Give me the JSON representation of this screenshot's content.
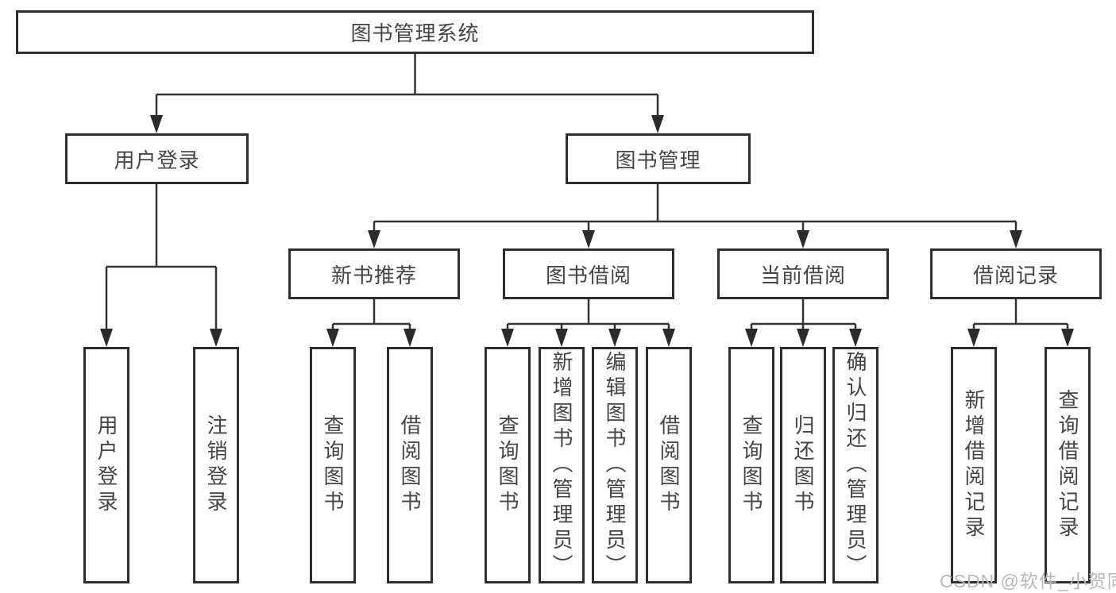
{
  "diagram_title": "图书管理系统",
  "colors": {
    "line": "#333333",
    "box_border": "#2e2e2e",
    "text": "#454545",
    "background": "#ffffff",
    "watermark": "#b9b9b9"
  },
  "watermark": {
    "text": "CSDN @软件_小贺同学"
  },
  "nodes": {
    "root": {
      "label": "图书管理系统"
    },
    "level2": [
      {
        "id": "user-login",
        "label": "用户登录",
        "parent": "图书管理系统"
      },
      {
        "id": "book-management",
        "label": "图书管理",
        "parent": "图书管理系统"
      }
    ],
    "level3": [
      {
        "id": "new-book-recommend",
        "label": "新书推荐",
        "parent": "图书管理"
      },
      {
        "id": "book-borrowing",
        "label": "图书借阅",
        "parent": "图书管理"
      },
      {
        "id": "current-borrowing",
        "label": "当前借阅",
        "parent": "图书管理"
      },
      {
        "id": "borrowing-records",
        "label": "借阅记录",
        "parent": "图书管理"
      }
    ],
    "leaves": [
      {
        "id": "leaf-user-login",
        "label": "用户登录",
        "parent": "用户登录"
      },
      {
        "id": "leaf-logout",
        "label": "注销登录",
        "parent": "用户登录"
      },
      {
        "id": "leaf-query-books-recommend",
        "label": "查询图书",
        "parent": "新书推荐"
      },
      {
        "id": "leaf-borrow-books-recommend",
        "label": "借阅图书",
        "parent": "新书推荐"
      },
      {
        "id": "leaf-query-books-borrowing",
        "label": "查询图书",
        "parent": "图书借阅"
      },
      {
        "id": "leaf-add-books-admin",
        "label": "新增图书（管理员）",
        "parent": "图书借阅"
      },
      {
        "id": "leaf-edit-books-admin",
        "label": "编辑图书（管理员）",
        "parent": "图书借阅"
      },
      {
        "id": "leaf-borrow-books-borrowing",
        "label": "借阅图书",
        "parent": "图书借阅"
      },
      {
        "id": "leaf-query-books-current",
        "label": "查询图书",
        "parent": "当前借阅"
      },
      {
        "id": "leaf-return-books",
        "label": "归还图书",
        "parent": "当前借阅"
      },
      {
        "id": "leaf-confirm-return-admin",
        "label": "确认归还（管理员）",
        "parent": "当前借阅"
      },
      {
        "id": "leaf-add-borrow-record",
        "label": "新增借阅记录",
        "parent": "借阅记录"
      },
      {
        "id": "leaf-query-borrow-record",
        "label": "查询借阅记录",
        "parent": "借阅记录"
      }
    ]
  }
}
